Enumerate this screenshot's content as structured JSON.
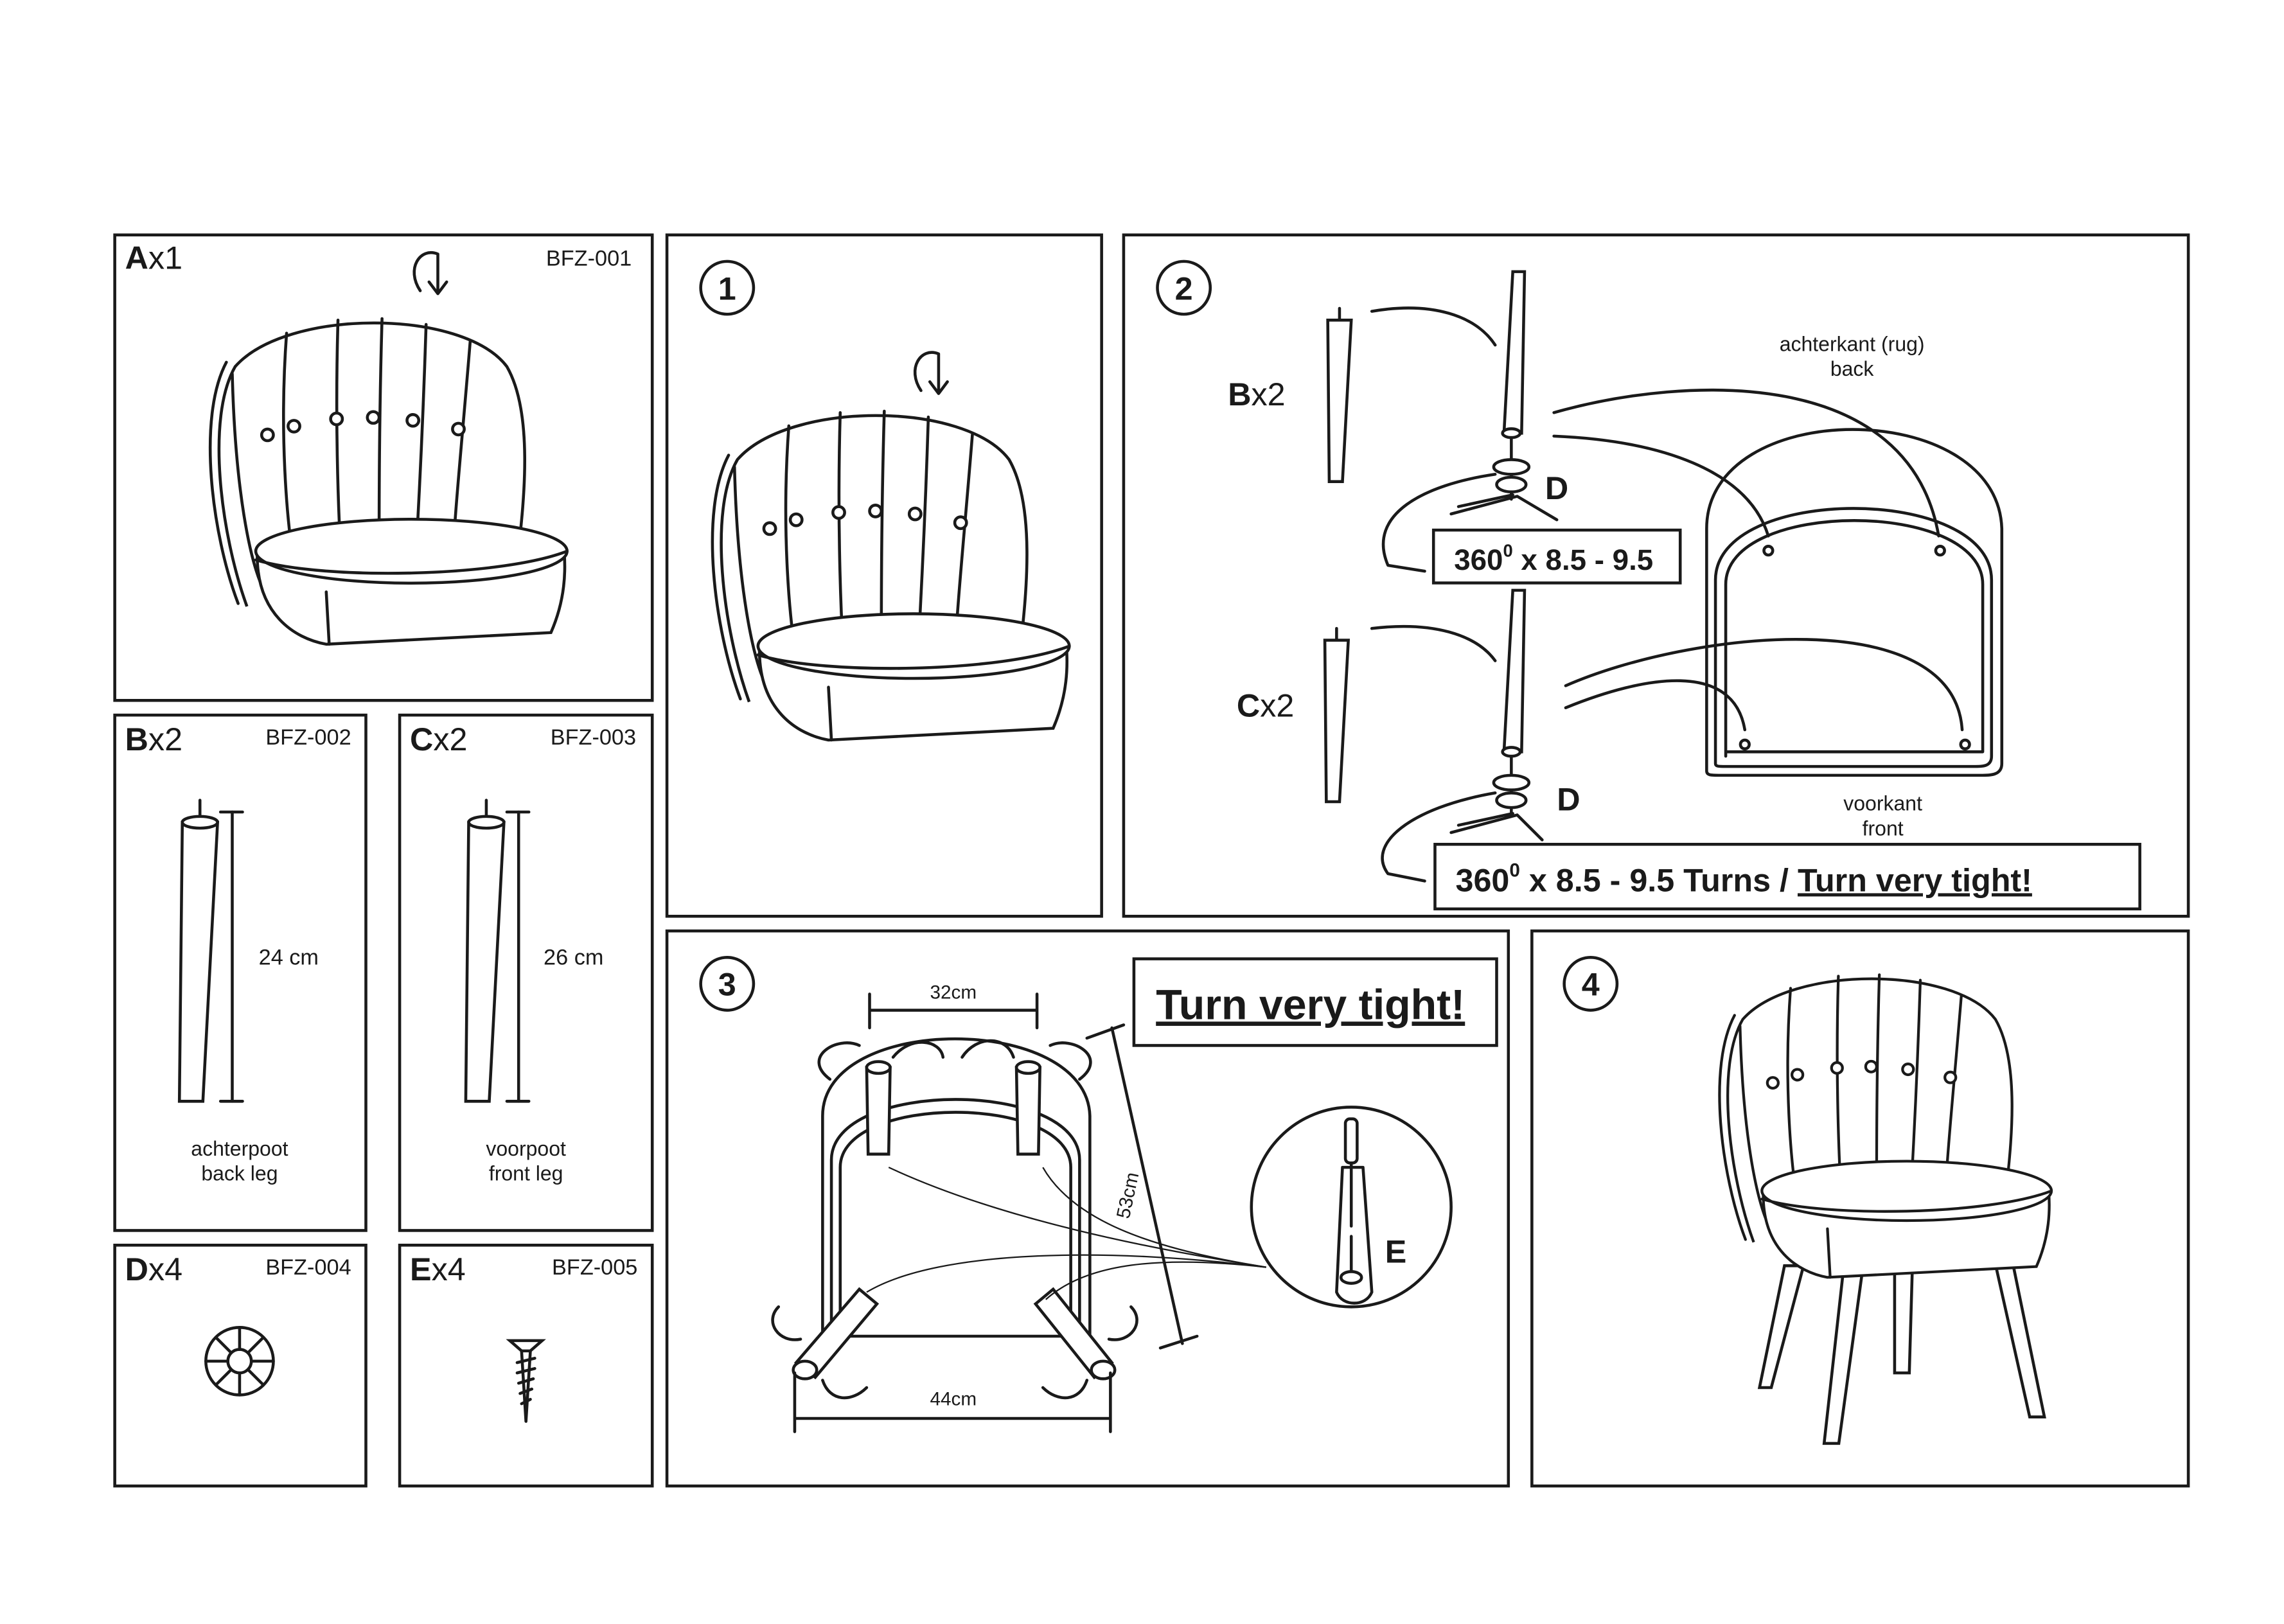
{
  "parts": [
    {
      "letter": "A",
      "qty": "x1",
      "code": "BFZ-001"
    },
    {
      "letter": "B",
      "qty": "x2",
      "code": "BFZ-002",
      "length": "24 cm",
      "name_nl": "achterpoot",
      "name_en": "back leg"
    },
    {
      "letter": "C",
      "qty": "x2",
      "code": "BFZ-003",
      "length": "26 cm",
      "name_nl": "voorpoot",
      "name_en": "front leg"
    },
    {
      "letter": "D",
      "qty": "x4",
      "code": "BFZ-004"
    },
    {
      "letter": "E",
      "qty": "x4",
      "code": "BFZ-005"
    }
  ],
  "steps": {
    "step1": {
      "number": "1"
    },
    "step2": {
      "number": "2",
      "legs_b": {
        "letter": "B",
        "qty": "x2"
      },
      "legs_c": {
        "letter": "C",
        "qty": "x2"
      },
      "washer_label": "D",
      "back_nl": "achterkant (rug)",
      "back_en": "back",
      "front_nl": "voorkant",
      "front_en": "front",
      "turns_short": "360",
      "turns_short_sup": "0",
      "turns_short_rest": " x 8.5 - 9.5",
      "turns_long": "360",
      "turns_long_sup": "0",
      "turns_long_rest": " x 8.5 - 9.5 Turns / ",
      "tight": "Turn very tight!"
    },
    "step3": {
      "number": "3",
      "width_top": "32cm",
      "width_bottom": "44cm",
      "depth": "53cm",
      "screw_label": "E",
      "tight": "Turn very tight!"
    },
    "step4": {
      "number": "4"
    }
  }
}
